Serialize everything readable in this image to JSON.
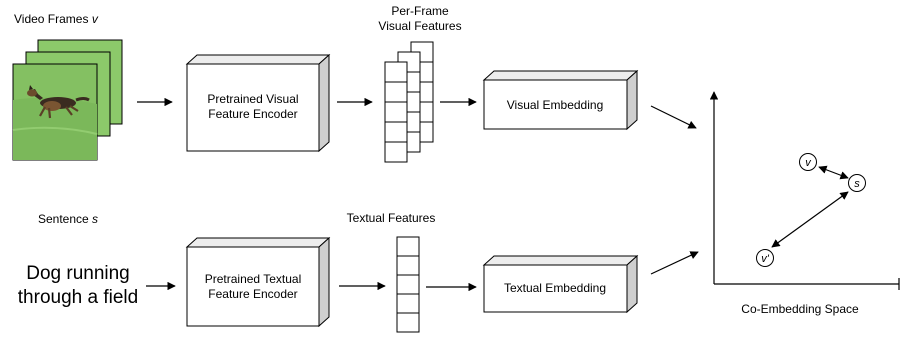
{
  "video": {
    "label": "Video Frames ",
    "var": "v",
    "image_alt": "dog running on grass"
  },
  "sentence": {
    "label": "Sentence ",
    "var": "s",
    "line1": "Dog running",
    "line2": "through a field"
  },
  "visual_encoder": {
    "line1": "Pretrained Visual",
    "line2": "Feature Encoder"
  },
  "textual_encoder": {
    "line1": "Pretrained Textual",
    "line2": "Feature Encoder"
  },
  "per_frame": {
    "line1": "Per-Frame",
    "line2": "Visual Features"
  },
  "textual_features": {
    "label": "Textual Features"
  },
  "visual_embedding": {
    "label": "Visual Embedding"
  },
  "textual_embedding": {
    "label": "Textual Embedding"
  },
  "space": {
    "label": "Co-Embedding Space",
    "points": {
      "v": "v",
      "s": "s",
      "vprime": "v'"
    }
  },
  "colors": {
    "grass": "#8cc96a",
    "frame_border": "#000000",
    "box_top": "#ededed",
    "box_side": "#cfcfcf"
  }
}
